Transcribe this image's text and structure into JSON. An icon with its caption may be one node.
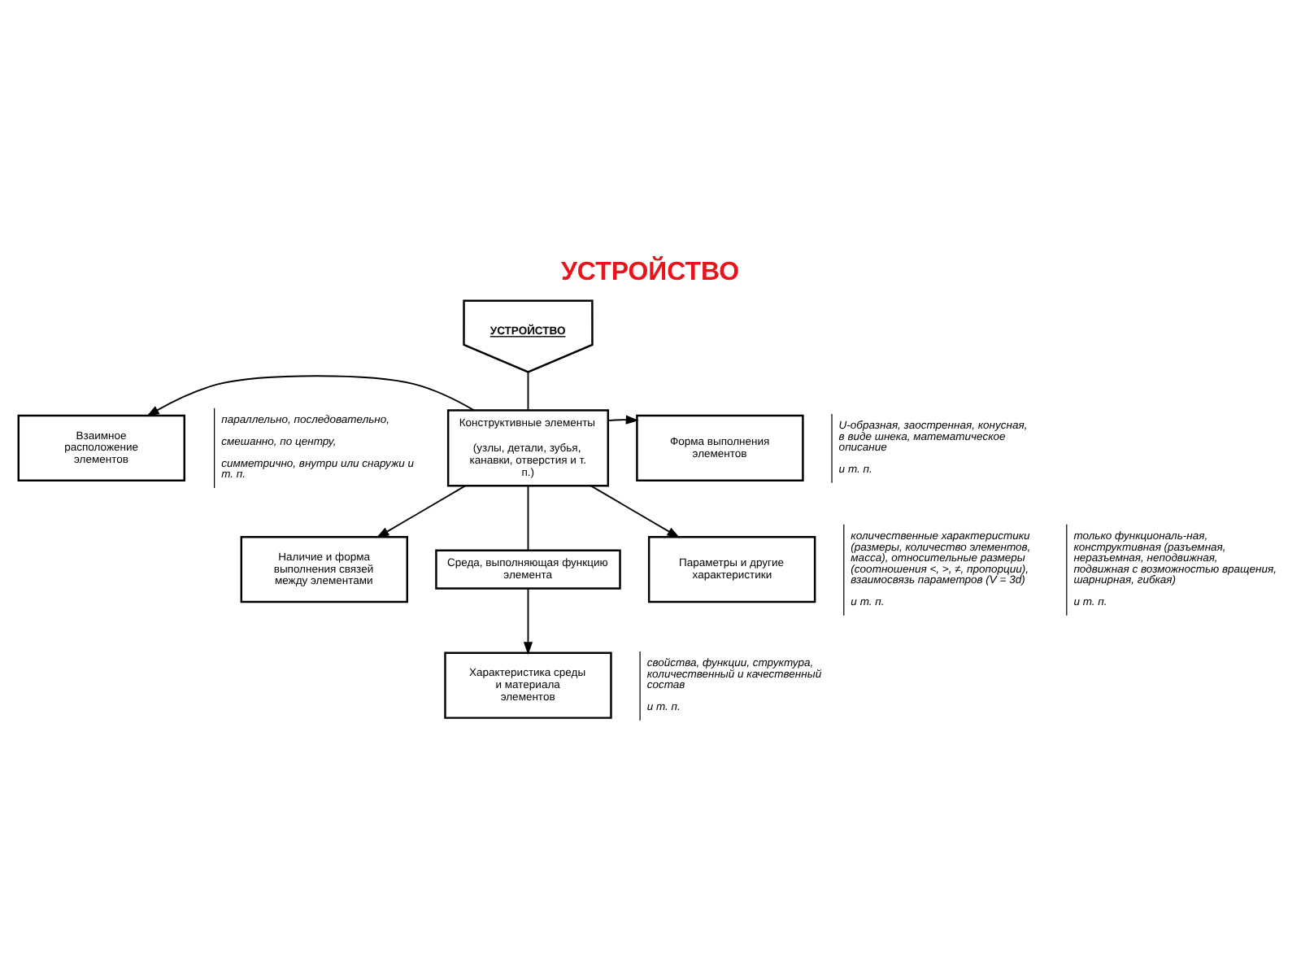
{
  "diagram": {
    "title": "УСТРОЙСТВО",
    "nodes": [
      {
        "text": [
          "УСТРОЙСТВО"
        ]
      },
      {
        "text": [
          "Конструктивные элементы",
          "(узлы, детали, зубья, канавки, отверстия и т. п.)"
        ]
      },
      {
        "text": [
          "Взаимное расположение элементов"
        ],
        "beside": [
          "параллельно, последовательно,",
          "смешанно, по центру,",
          "симметрично, внутри или снаружи и т. п."
        ]
      },
      {
        "text": [
          "Форма выполнения элементов"
        ],
        "beside": [
          "U-образная, заостренная, конусная, в виде шнека, математическое описание",
          "и т. п."
        ]
      },
      {
        "text": [
          "Наличие и форма выполнения связей между элементами"
        ],
        "beside": [
          "только функциональ-ная, конструктивная (разъемная, неразъемная, неподвижная, подвижная с возможностью вращения, шарнирная, гибкая)",
          "и т. п."
        ]
      },
      {
        "text": [
          "Среда, выполняющая функцию элемента"
        ]
      },
      {
        "text": [
          "Характеристика среды и материала элементов"
        ],
        "beside": [
          "свойства, функции, структура, количественный и качественный состав",
          "и т. п."
        ]
      },
      {
        "text": [
          "Параметры и другие характеристики"
        ],
        "beside": [
          "количественные характеристики (размеры, количество элементов, масса), относительные размеры (соотношения <, >, ≠, пропорции), взаимосвязь параметров (V = 3d)",
          "и т. п."
        ]
      }
    ],
    "edges": [
      {
        "from": 0,
        "to": 1,
        "arrow": "none"
      },
      {
        "from": 1,
        "to": 2,
        "arrow": "to"
      },
      {
        "from": 1,
        "to": 3,
        "arrow": "to"
      },
      {
        "from": 1,
        "to": 4,
        "arrow": "to"
      },
      {
        "from": 1,
        "to": 5,
        "arrow": "none"
      },
      {
        "from": 1,
        "to": 7,
        "arrow": "to"
      },
      {
        "from": 5,
        "to": 6,
        "arrow": "to"
      }
    ]
  }
}
